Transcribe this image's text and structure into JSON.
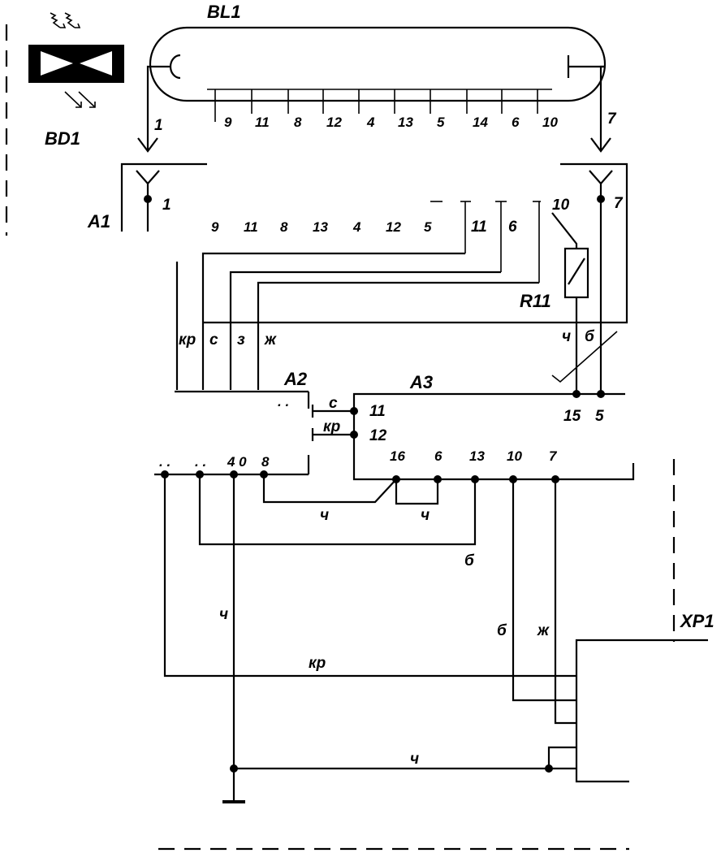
{
  "components": {
    "tube": "BL1",
    "photodiode": "BD1",
    "board_a1": "A1",
    "board_a2": "A2",
    "board_a3": "A3",
    "resistor": "R11",
    "connector": "XP1"
  },
  "tube_pins": {
    "left": "1",
    "right": "7",
    "top_row": [
      "9",
      "11",
      "8",
      "12",
      "4",
      "13",
      "5",
      "14",
      "6",
      "10"
    ],
    "bottom_row": [
      "9",
      "11",
      "8",
      "13",
      "4",
      "12",
      "5"
    ]
  },
  "a1_pins": {
    "left": "1",
    "right": "7",
    "p11": "11",
    "p6": "6",
    "p10": "10"
  },
  "wire_colors": {
    "kr": "кр",
    "s": "с",
    "z": "з",
    "zh": "ж",
    "ch": "ч",
    "b": "б"
  },
  "a2_pins": {
    "top": ". .",
    "bottom": [
      ". .",
      ". .",
      "4 0",
      "8"
    ]
  },
  "a3_pins": {
    "p11": "11",
    "p12": "12",
    "p15": "15",
    "p5": "5",
    "bottom": [
      "16",
      "6",
      "13",
      "10",
      "7"
    ]
  }
}
